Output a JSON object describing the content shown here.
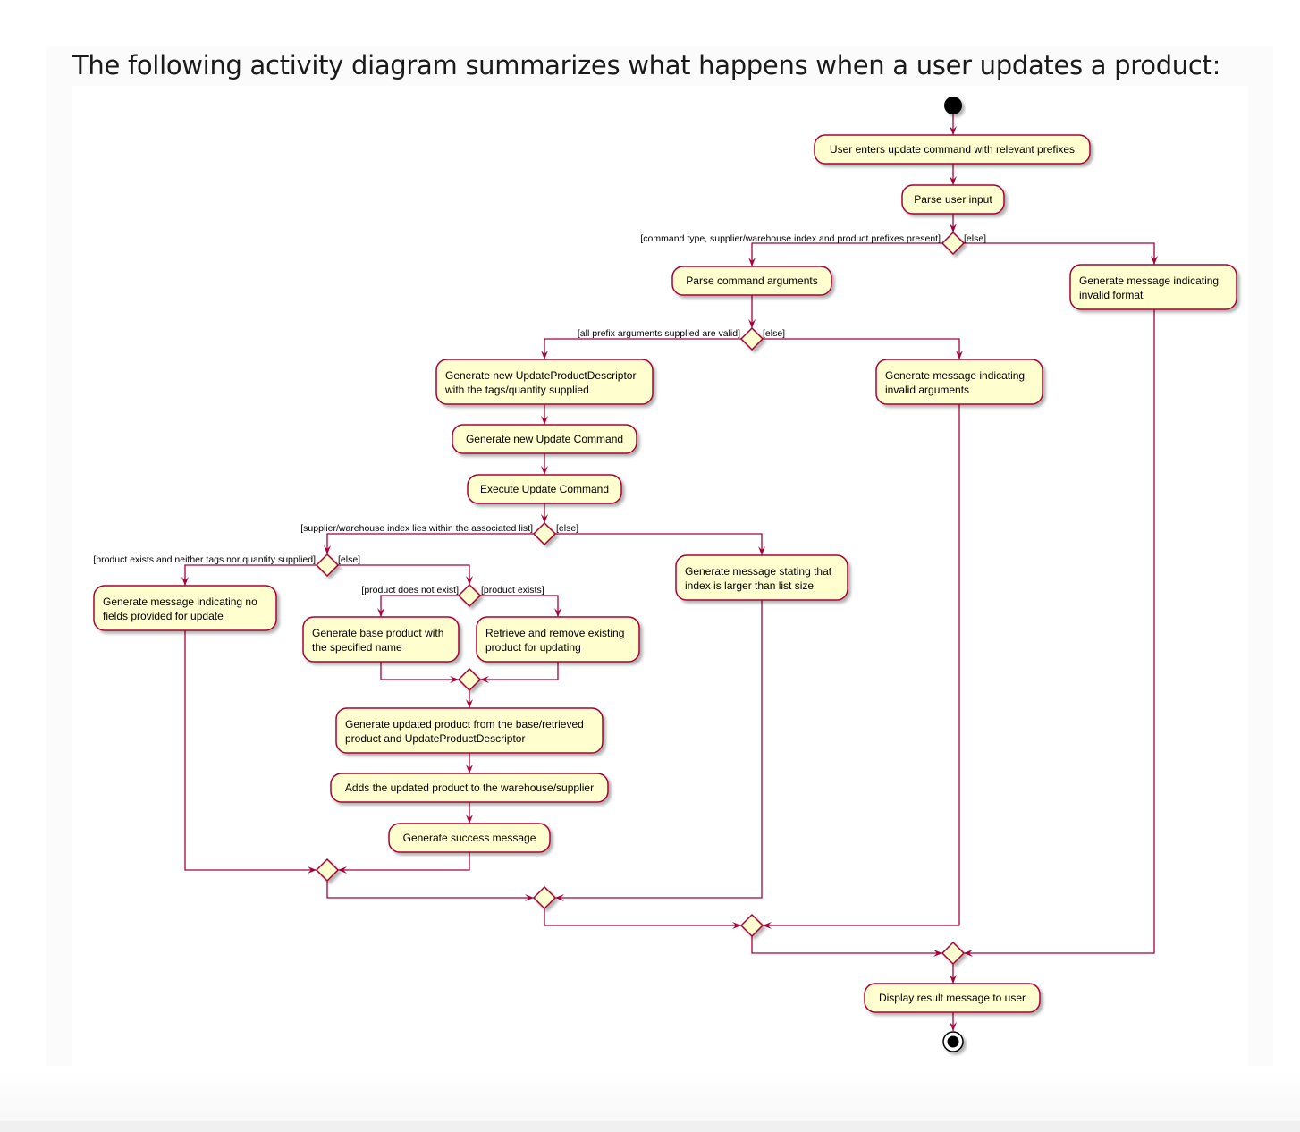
{
  "intro_text": "The following activity diagram summarizes what happens when a user updates a product:",
  "next_heading_text": "",
  "colors": {
    "node_fill": "#fefece",
    "node_border": "#a80036",
    "arrow": "#a80036",
    "next_heading": "#e46c0a"
  },
  "diagram": {
    "nodes": [
      {
        "id": "enter",
        "lines": [
          "User enters update command with relevant prefixes"
        ]
      },
      {
        "id": "parse_input",
        "lines": [
          "Parse user input"
        ]
      },
      {
        "id": "parse_args",
        "lines": [
          "Parse command arguments"
        ]
      },
      {
        "id": "invalid_format",
        "lines": [
          "Generate message indicating",
          "invalid format"
        ]
      },
      {
        "id": "gen_descriptor",
        "lines": [
          "Generate new UpdateProductDescriptor",
          "with the tags/quantity supplied"
        ]
      },
      {
        "id": "invalid_args",
        "lines": [
          "Generate message indicating",
          "invalid arguments"
        ]
      },
      {
        "id": "gen_command",
        "lines": [
          "Generate new Update Command"
        ]
      },
      {
        "id": "exec_command",
        "lines": [
          "Execute Update Command"
        ]
      },
      {
        "id": "index_large",
        "lines": [
          "Generate message stating that",
          "index is larger than list size"
        ]
      },
      {
        "id": "no_fields",
        "lines": [
          "Generate message indicating no",
          "fields provided for update"
        ]
      },
      {
        "id": "gen_base",
        "lines": [
          "Generate base product with",
          "the specified name"
        ]
      },
      {
        "id": "retrieve",
        "lines": [
          "Retrieve and remove existing",
          "product for updating"
        ]
      },
      {
        "id": "gen_updated",
        "lines": [
          "Generate updated product from the base/retrieved",
          "product and UpdateProductDescriptor"
        ]
      },
      {
        "id": "add_updated",
        "lines": [
          "Adds the updated product to the warehouse/supplier"
        ]
      },
      {
        "id": "success",
        "lines": [
          "Generate success message"
        ]
      },
      {
        "id": "display",
        "lines": [
          "Display result message to user"
        ]
      }
    ],
    "guards": [
      {
        "id": "g_prefixes",
        "text": "[command type, supplier/warehouse index and product prefixes present]"
      },
      {
        "id": "g_else1",
        "text": "[else]"
      },
      {
        "id": "g_valid",
        "text": "[all prefix arguments supplied are valid]"
      },
      {
        "id": "g_else2",
        "text": "[else]"
      },
      {
        "id": "g_index",
        "text": "[supplier/warehouse index lies within the associated list]"
      },
      {
        "id": "g_else3",
        "text": "[else]"
      },
      {
        "id": "g_no_fields",
        "text": "[product exists and neither tags nor quantity supplied]"
      },
      {
        "id": "g_else4",
        "text": "[else]"
      },
      {
        "id": "g_not_exist",
        "text": "[product does not exist]"
      },
      {
        "id": "g_exists",
        "text": "[product exists]"
      }
    ]
  }
}
